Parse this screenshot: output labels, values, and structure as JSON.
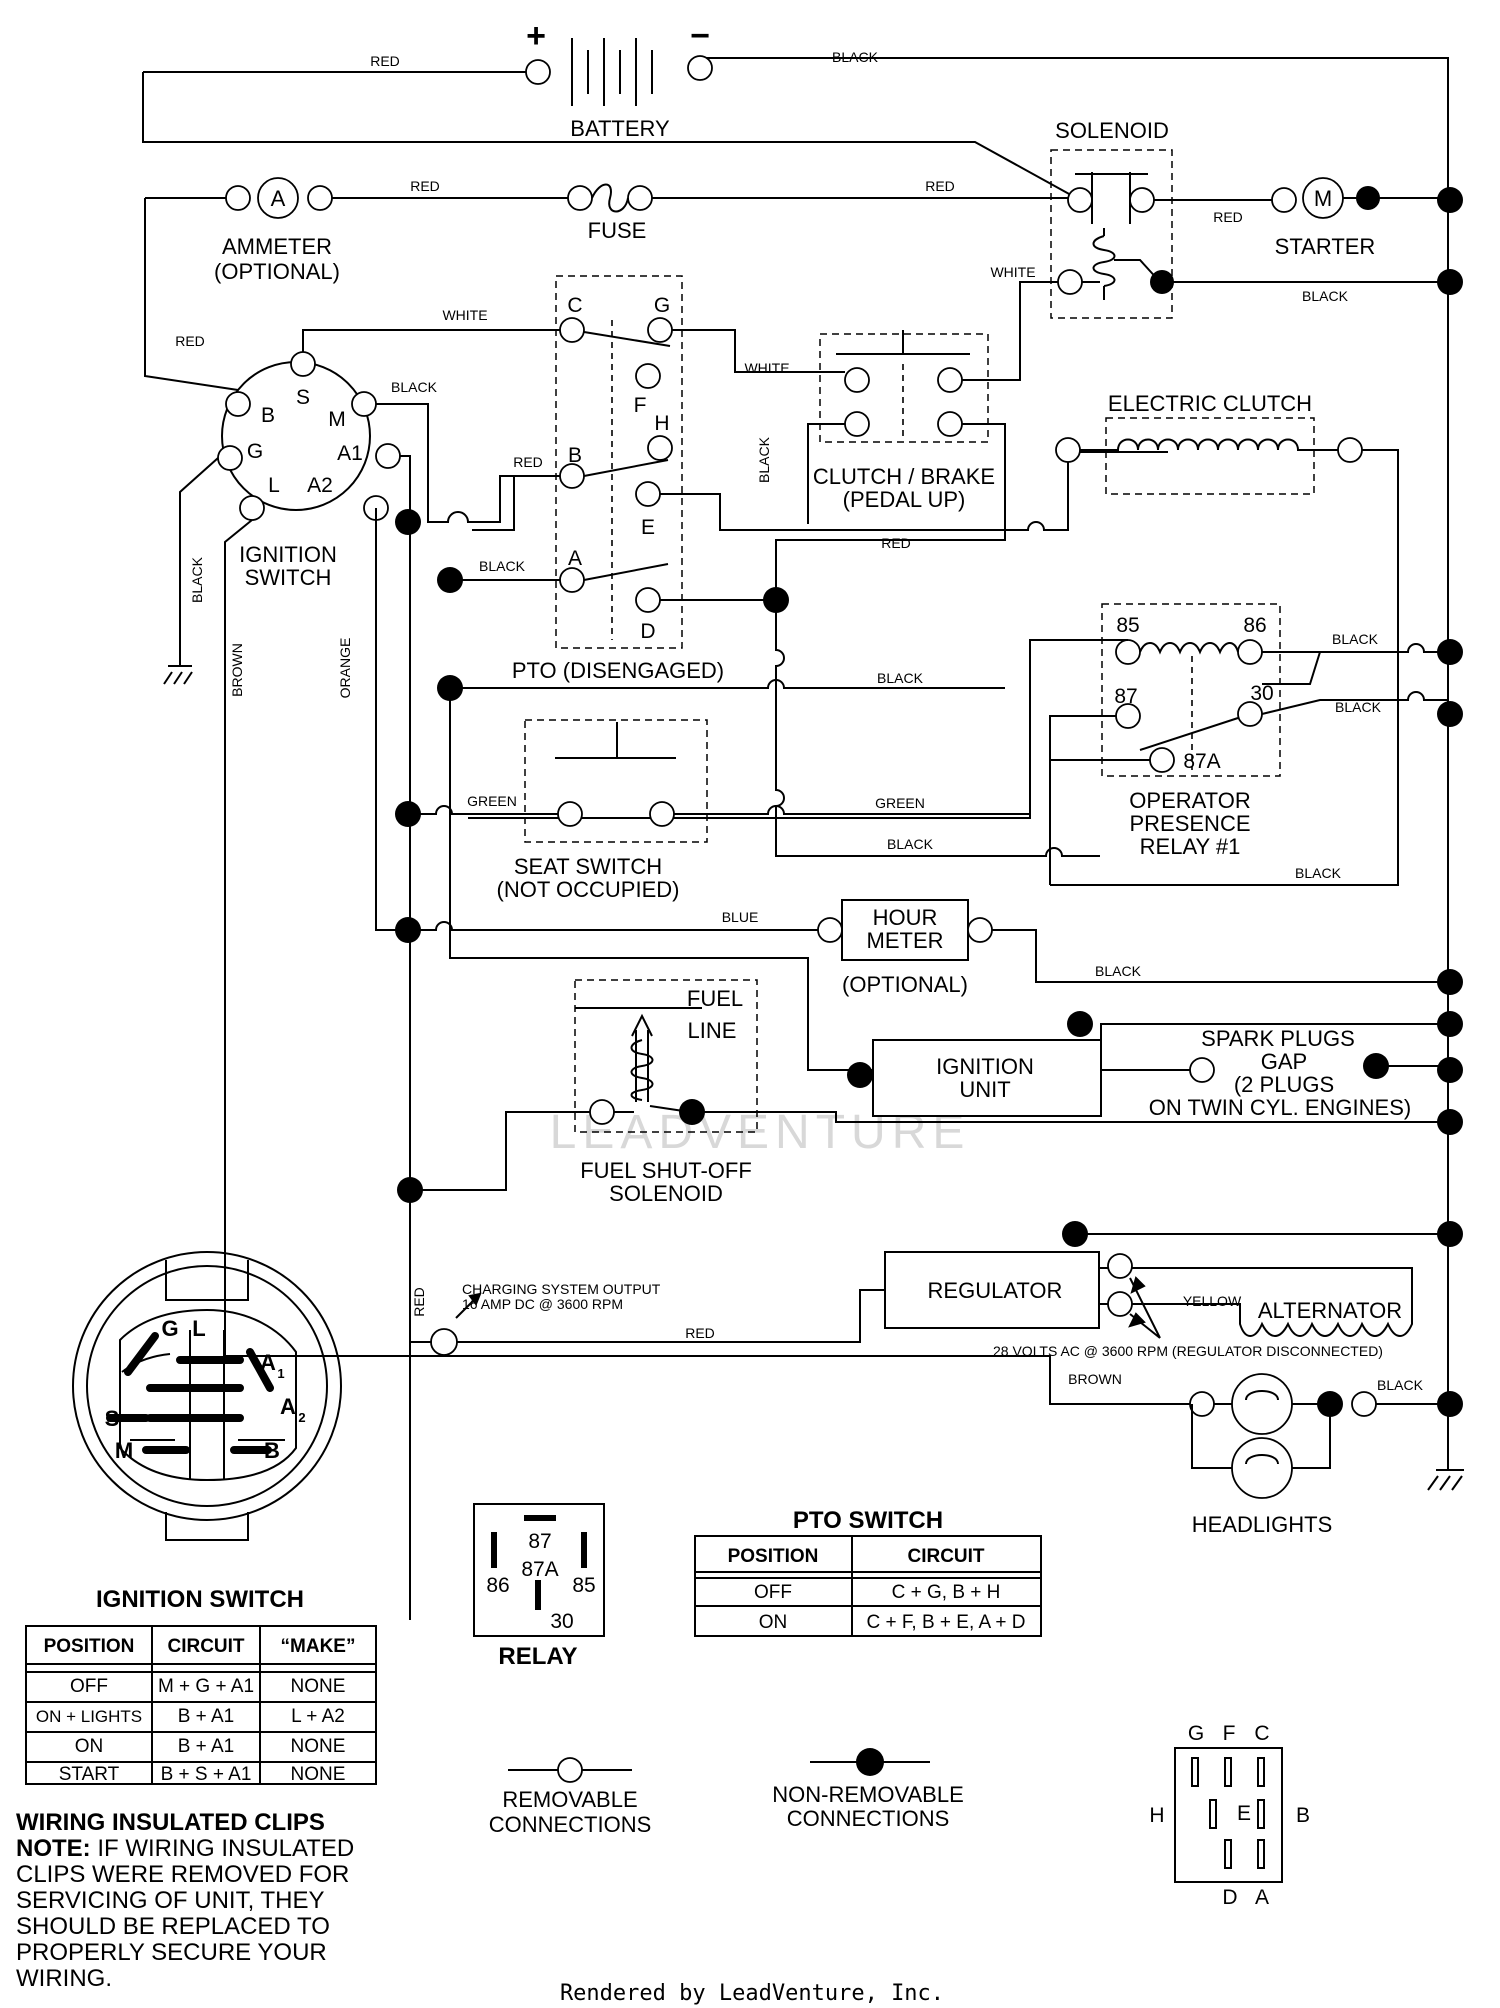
{
  "components": {
    "battery": "BATTERY",
    "battery_plus": "+",
    "battery_minus": "−",
    "solenoid": "SOLENOID",
    "ammeter": "AMMETER",
    "ammeter_optional": "(OPTIONAL)",
    "ammeter_symbol": "A",
    "fuse": "FUSE",
    "starter": "STARTER",
    "starter_symbol": "M",
    "ignition_switch": [
      "IGNITION",
      "SWITCH"
    ],
    "clutch_brake": [
      "CLUTCH / BRAKE",
      "(PEDAL UP)"
    ],
    "electric_clutch": "ELECTRIC CLUTCH",
    "pto": "PTO (DISENGAGED)",
    "seat_switch": [
      "SEAT SWITCH",
      "(NOT OCCUPIED)"
    ],
    "operator_relay": [
      "OPERATOR",
      "PRESENCE",
      "RELAY #1"
    ],
    "hour_meter": [
      "HOUR",
      "METER"
    ],
    "hour_meter_optional": "(OPTIONAL)",
    "fuel_line": [
      "FUEL",
      "LINE"
    ],
    "fuel_solenoid": [
      "FUEL SHUT-OFF",
      "SOLENOID"
    ],
    "ignition_unit": [
      "IGNITION",
      "UNIT"
    ],
    "spark_plugs": [
      "SPARK PLUGS",
      "GAP",
      "(2 PLUGS",
      "ON TWIN CYL. ENGINES)"
    ],
    "regulator": "REGULATOR",
    "alternator": "ALTERNATOR",
    "charging": [
      "CHARGING SYSTEM OUTPUT",
      "16 AMP DC @ 3600 RPM"
    ],
    "alt_voltage": "28 VOLTS AC @ 3600 RPM (REGULATOR DISCONNECTED)",
    "headlights": "HEADLIGHTS"
  },
  "pins": {
    "ignition": [
      "S",
      "B",
      "M",
      "G",
      "A1",
      "L",
      "A2"
    ],
    "pto": [
      "C",
      "G",
      "F",
      "H",
      "B",
      "E",
      "A",
      "D"
    ],
    "relay": [
      "85",
      "86",
      "87",
      "30",
      "87A"
    ],
    "connector_top": [
      "G",
      "F",
      "C"
    ],
    "connector_sides": [
      "H",
      "E",
      "B"
    ],
    "connector_bottom": [
      "D",
      "A"
    ],
    "plug_face": [
      "G",
      "L",
      "A",
      "1",
      "S",
      "A",
      "2",
      "M",
      "B"
    ],
    "relay_pins": [
      "87",
      "86",
      "87A",
      "85",
      "30"
    ]
  },
  "wires": {
    "red": "RED",
    "black": "BLACK",
    "white": "WHITE",
    "green": "GREEN",
    "blue": "BLUE",
    "brown": "BROWN",
    "orange": "ORANGE",
    "yellow": "YELLOW"
  },
  "ignition_table": {
    "title": "IGNITION SWITCH",
    "headers": [
      "POSITION",
      "CIRCUIT",
      "“MAKE”"
    ],
    "rows": [
      [
        "OFF",
        "M + G + A1",
        "NONE"
      ],
      [
        "ON + LIGHTS",
        "B + A1",
        "L + A2"
      ],
      [
        "ON",
        "B + A1",
        "NONE"
      ],
      [
        "START",
        "B + S + A1",
        "NONE"
      ]
    ]
  },
  "pto_table": {
    "title": "PTO SWITCH",
    "headers": [
      "POSITION",
      "CIRCUIT"
    ],
    "rows": [
      [
        "OFF",
        "C + G, B + H"
      ],
      [
        "ON",
        "C + F, B + E, A + D"
      ]
    ]
  },
  "relay_title": "RELAY",
  "legend": {
    "removable": [
      "REMOVABLE",
      "CONNECTIONS"
    ],
    "non_removable": [
      "NON-REMOVABLE",
      "CONNECTIONS"
    ]
  },
  "note": {
    "title": "WIRING INSULATED CLIPS",
    "label": "NOTE:",
    "lines": [
      " IF WIRING INSULATED",
      "CLIPS WERE REMOVED FOR",
      "SERVICING OF UNIT, THEY",
      "SHOULD BE REPLACED TO",
      "PROPERLY SECURE YOUR",
      "WIRING."
    ]
  },
  "watermark": "LEADVENTURE",
  "footer": "Rendered by LeadVenture, Inc."
}
